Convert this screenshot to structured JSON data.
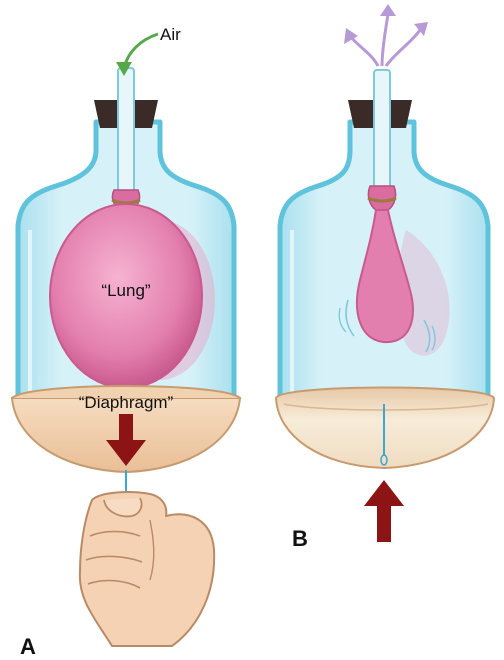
{
  "labels": {
    "air": "Air",
    "lung": "“Lung”",
    "diaphragm": "“Diaphragm”",
    "panel_a": "A",
    "panel_b": "B"
  },
  "colors": {
    "jar_fill": "#c9ecf4",
    "jar_stroke": "#5fc3dc",
    "tube": "#e6f6fb",
    "stopper": "#3a2a28",
    "lung": "#e37fae",
    "lung_dark": "#c95a8d",
    "diaphragm": "#f1d2b0",
    "diaphragm_inner": "#f7ecd9",
    "arrow": "#8c1414",
    "air_arrow": "#56a94a",
    "exhale_arrow": "#b59ad6",
    "skin": "#f4d2b3",
    "skin_stroke": "#b98a66",
    "string": "#3aa7d6"
  },
  "icons": {
    "hand": "hand-pulling-string-icon"
  }
}
